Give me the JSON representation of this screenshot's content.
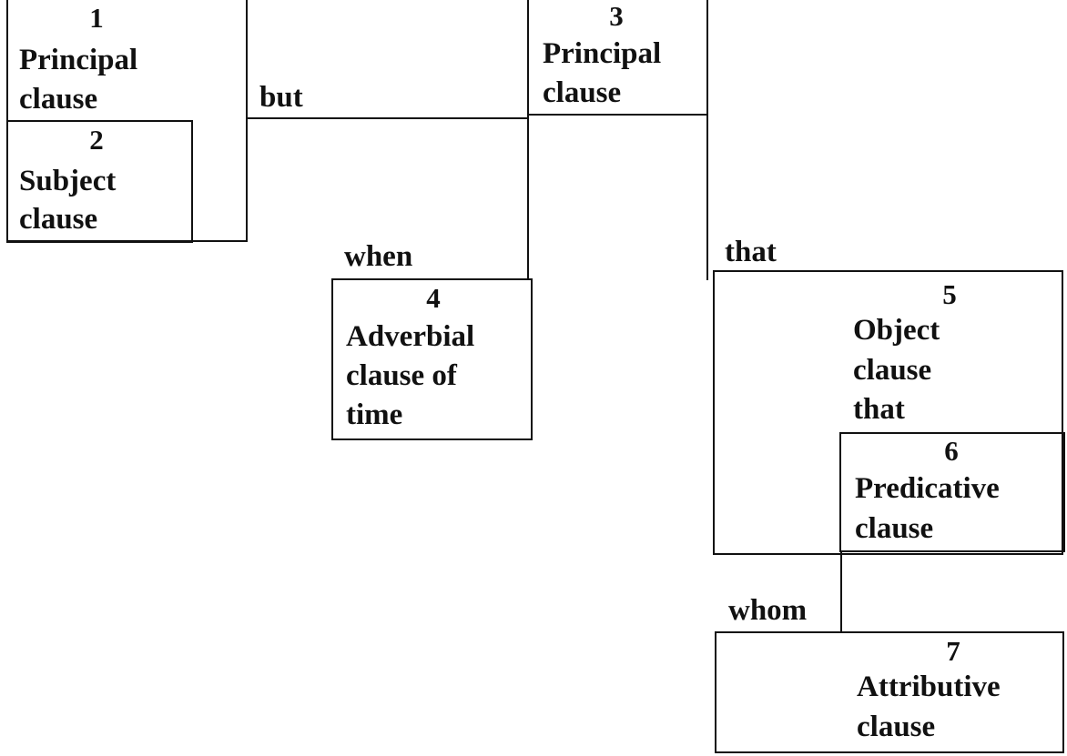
{
  "clauses": [
    {
      "num": "1",
      "lines": [
        "Principal",
        "clause"
      ]
    },
    {
      "num": "2",
      "lines": [
        "Subject",
        "clause"
      ]
    },
    {
      "num": "3",
      "lines": [
        "Principal",
        "clause"
      ]
    },
    {
      "num": "4",
      "lines": [
        "Adverbial",
        "clause of",
        "time"
      ]
    },
    {
      "num": "5",
      "lines": [
        "Object",
        "clause",
        "that"
      ]
    },
    {
      "num": "6",
      "lines": [
        "Predicative",
        "clause"
      ]
    },
    {
      "num": "7",
      "lines": [
        "Attributive",
        "clause"
      ]
    }
  ],
  "connectors": {
    "but": "but",
    "when": "when",
    "that": "that",
    "whom": "whom"
  }
}
